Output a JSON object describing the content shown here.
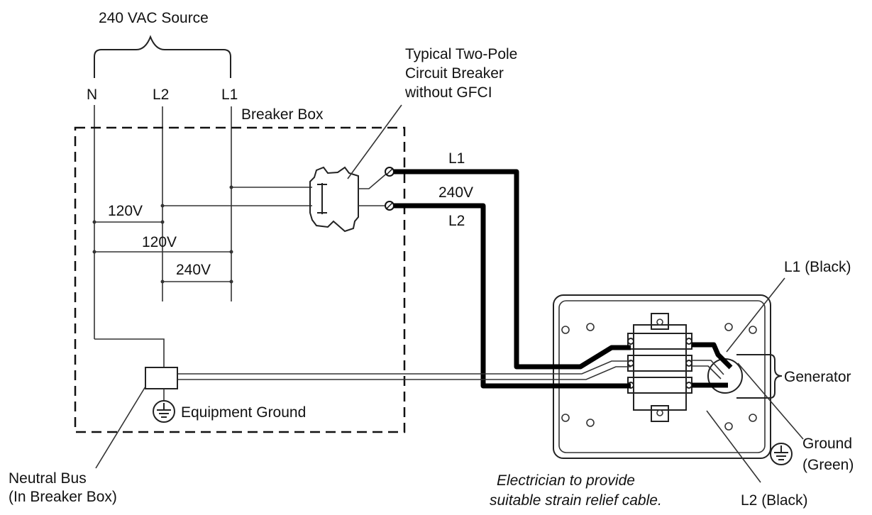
{
  "labels": {
    "source": "240 VAC Source",
    "n": "N",
    "l2_top": "L2",
    "l1_top": "L1",
    "breaker_box": "Breaker Box",
    "breaker_line1": "Typical Two-Pole",
    "breaker_line2": "Circuit Breaker",
    "breaker_line3": "without GFCI",
    "l1_wire": "L1",
    "v240_wire": "240V",
    "l2_wire": "L2",
    "v120_a": "120V",
    "v120_b": "120V",
    "v240_inner": "240V",
    "equipment_ground": "Equipment Ground",
    "neutral_bus_line1": "Neutral Bus",
    "neutral_bus_line2": "(In Breaker Box)",
    "l1_black": "L1 (Black)",
    "generator": "Generator",
    "ground_line1": "Ground",
    "ground_line2": "(Green)",
    "note_line1": "Electrician to provide",
    "note_line2": "suitable strain relief cable.",
    "l2_black": "L2 (Black)"
  }
}
